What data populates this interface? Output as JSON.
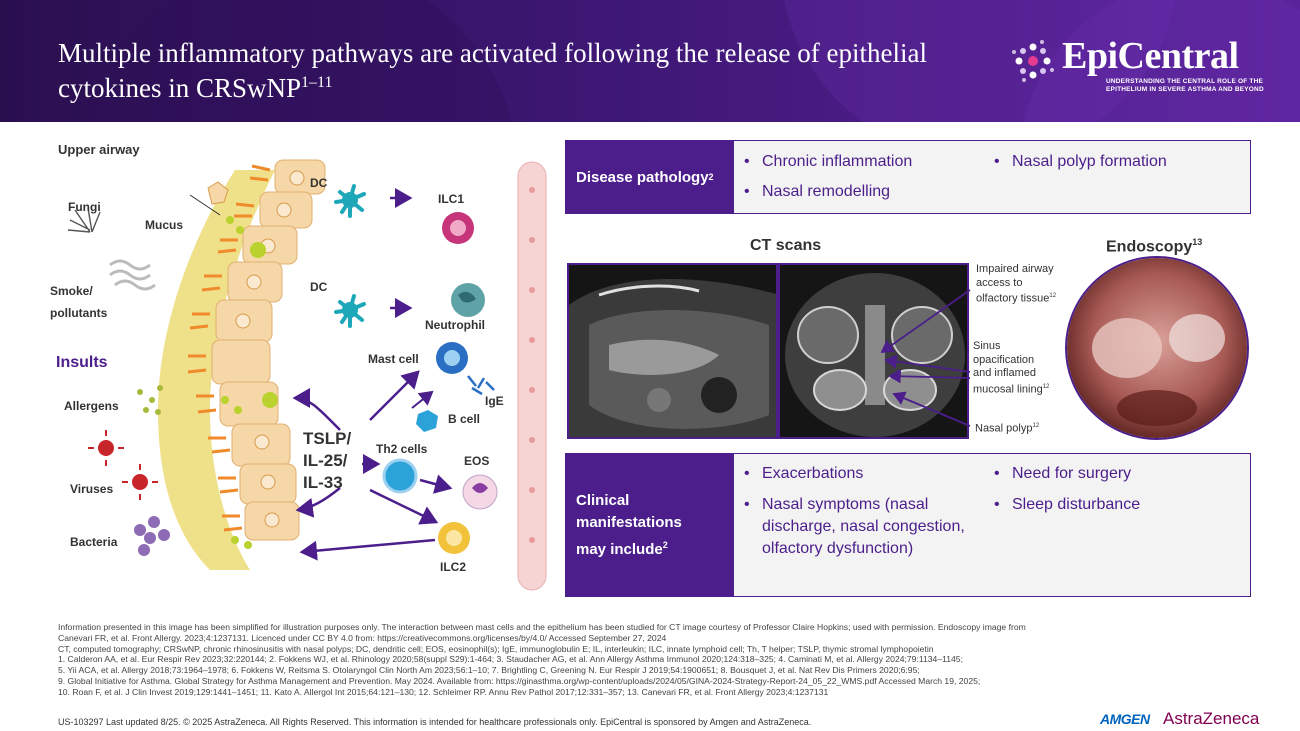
{
  "header": {
    "title": "Multiple inflammatory pathways are activated following the release of epithelial cytokines in CRSwNP",
    "title_sup": "1–11"
  },
  "logo": {
    "name": "EpiCentral",
    "tagline_1": "UNDERSTANDING THE CENTRAL ROLE OF THE",
    "tagline_2": "EPITHELIUM IN SEVERE ASTHMA AND BEYOND"
  },
  "diagram": {
    "upper_airway": "Upper airway",
    "fungi": "Fungi",
    "mucus": "Mucus",
    "smoke_1": "Smoke/",
    "smoke_2": "pollutants",
    "insults": "Insults",
    "allergens": "Allergens",
    "viruses": "Viruses",
    "bacteria": "Bacteria",
    "dc_1": "DC",
    "dc_2": "DC",
    "ilc1": "ILC1",
    "neutrophil": "Neutrophil",
    "mast_cell": "Mast cell",
    "ige": "IgE",
    "b_cell": "B cell",
    "tslp_1": "TSLP/",
    "tslp_2": "IL-25/",
    "tslp_3": "IL-33",
    "th2": "Th2 cells",
    "eos": "EOS",
    "ilc2": "ILC2"
  },
  "disease_pathology": {
    "heading": "Disease pathology",
    "heading_sup": "2",
    "items": [
      "Chronic inflammation",
      "Nasal remodelling",
      "Nasal polyp formation"
    ]
  },
  "imaging": {
    "ct_title": "CT scans",
    "endo_title": "Endoscopy",
    "endo_sup": "13",
    "annot_1_a": "Impaired airway",
    "annot_1_b": "access to",
    "annot_1_c": "olfactory tissue",
    "annot_1_sup": "12",
    "annot_2_a": "Sinus",
    "annot_2_b": "opacification",
    "annot_2_c": "and inflamed",
    "annot_2_d": "mucosal lining",
    "annot_2_sup": "12",
    "annot_3": "Nasal polyp",
    "annot_3_sup": "12"
  },
  "clinical": {
    "heading_1": "Clinical",
    "heading_2": "manifestations",
    "heading_3": "may include",
    "heading_sup": "2",
    "items": [
      "Exacerbations",
      "Nasal symptoms (nasal discharge, nasal congestion, olfactory dysfunction)",
      "Need for surgery",
      "Sleep disturbance"
    ]
  },
  "footer": {
    "lines": [
      "Information presented in this image has been simplified for illustration purposes only. The interaction between mast cells and the epithelium has been studied for CT image courtesy of Professor Claire Hopkins; used with permission. Endoscopy image from",
      "Canevari FR, et al. Front Allergy. 2023;4:1237131. Licenced under CC BY 4.0 from: https://creativecommons.org/licenses/by/4.0/ Accessed September 27, 2024",
      "CT, computed tomography; CRSwNP, chronic rhinosinusitis with nasal polyps; DC, dendritic cell; EOS, eosinophil(s); IgE, immunoglobulin E; IL, interleukin; ILC, innate lymphoid cell; Th, T helper; TSLP, thymic stromal lymphopoietin",
      "1. Calderon AA, et al. Eur Respir Rev 2023;32:220144; 2. Fokkens WJ, et al. Rhinology 2020;58(suppl S29):1-464; 3. Staudacher AG, et al. Ann Allergy Asthma Immunol 2020;124:318–325; 4. Caminati M, et al. Allergy 2024;79:1134–1145;",
      "5. Yii ACA, et al. Allergy 2018;73:1964–1978; 6. Fokkens W, Reitsma S. Otolaryngol Clin North Am 2023;56:1–10; 7. Brightling C, Greening N. Eur Respir J 2019;54:1900651; 8. Bousquet J, et al. Nat Rev Dis Primers 2020;6:95;",
      "9. Global Initiative for Asthma. Global Strategy for Asthma Management and Prevention. May 2024. Available from: https://ginasthma.org/wp-content/uploads/2024/05/GINA-2024-Strategy-Report-24_05_22_WMS.pdf Accessed March 19, 2025;",
      "10. Roan F, et al. J Clin Invest 2019;129:1441–1451; 11. Kato A. Allergol Int 2015;64:121–130; 12. Schleimer RP. Annu Rev Pathol 2017;12:331–357; 13. Canevari FR, et al. Front Allergy 2023;4:1237131"
    ],
    "copyright": "US-103297 Last updated 8/25. © 2025 AstraZeneca. All Rights Reserved. This information is intended for healthcare professionals only. EpiCentral is sponsored by Amgen and AstraZeneca.",
    "amgen": "AMGEN",
    "astrazeneca": "AstraZeneca"
  },
  "colors": {
    "purple": "#4b1e8b",
    "cell": "#f5d7a8",
    "mucus": "#efe08a"
  }
}
